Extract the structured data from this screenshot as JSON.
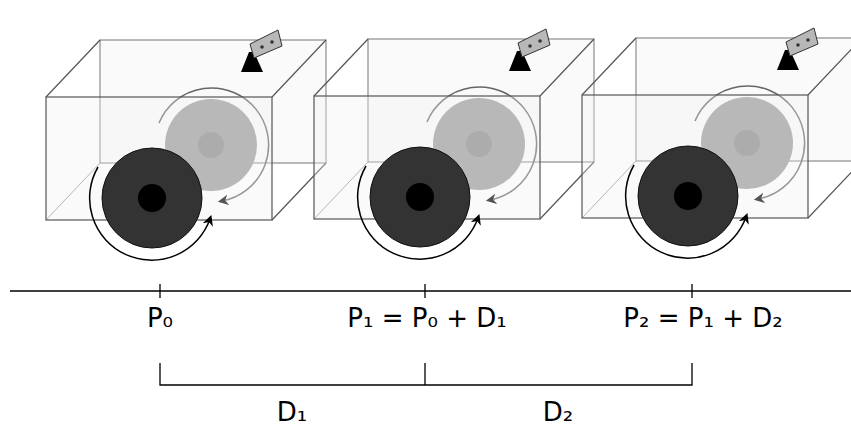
{
  "diagram": {
    "labels": [
      "P₀",
      "P₁ = P₀ + D₁",
      "P₂ = P₁ + D₂",
      "D₁",
      "D₂"
    ]
  }
}
